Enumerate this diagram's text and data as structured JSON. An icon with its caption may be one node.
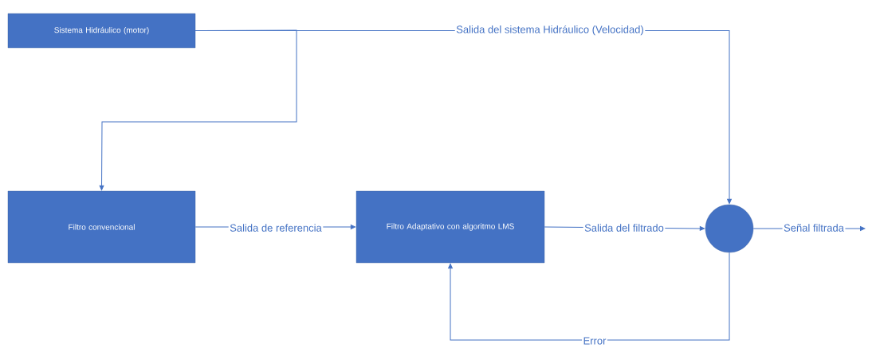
{
  "diagram": {
    "nodes": [
      {
        "text": [
          "Sistema Hidráulico (motor)"
        ]
      },
      {
        "text": [
          "Filtro convencional"
        ]
      },
      {
        "text": [
          "Filtro Adaptativo con algoritmo LMS"
        ]
      },
      {
        "text": [],
        "shape": "circle"
      }
    ],
    "edges": [
      {
        "from": 0,
        "to": 1,
        "arrow": "to"
      },
      {
        "from": 0,
        "to": 3,
        "arrow": "to",
        "label": "Salida del sistema Hidráulico (Velocidad)"
      },
      {
        "from": 1,
        "to": 2,
        "arrow": "to",
        "label": "Salida de referencia"
      },
      {
        "from": 2,
        "to": 3,
        "arrow": "to",
        "label": "Salida del filtrado"
      },
      {
        "from": 3,
        "to": null,
        "arrow": "to",
        "label": "Señal filtrada"
      },
      {
        "from": 3,
        "to": 2,
        "arrow": "to",
        "label": "Error"
      }
    ]
  }
}
